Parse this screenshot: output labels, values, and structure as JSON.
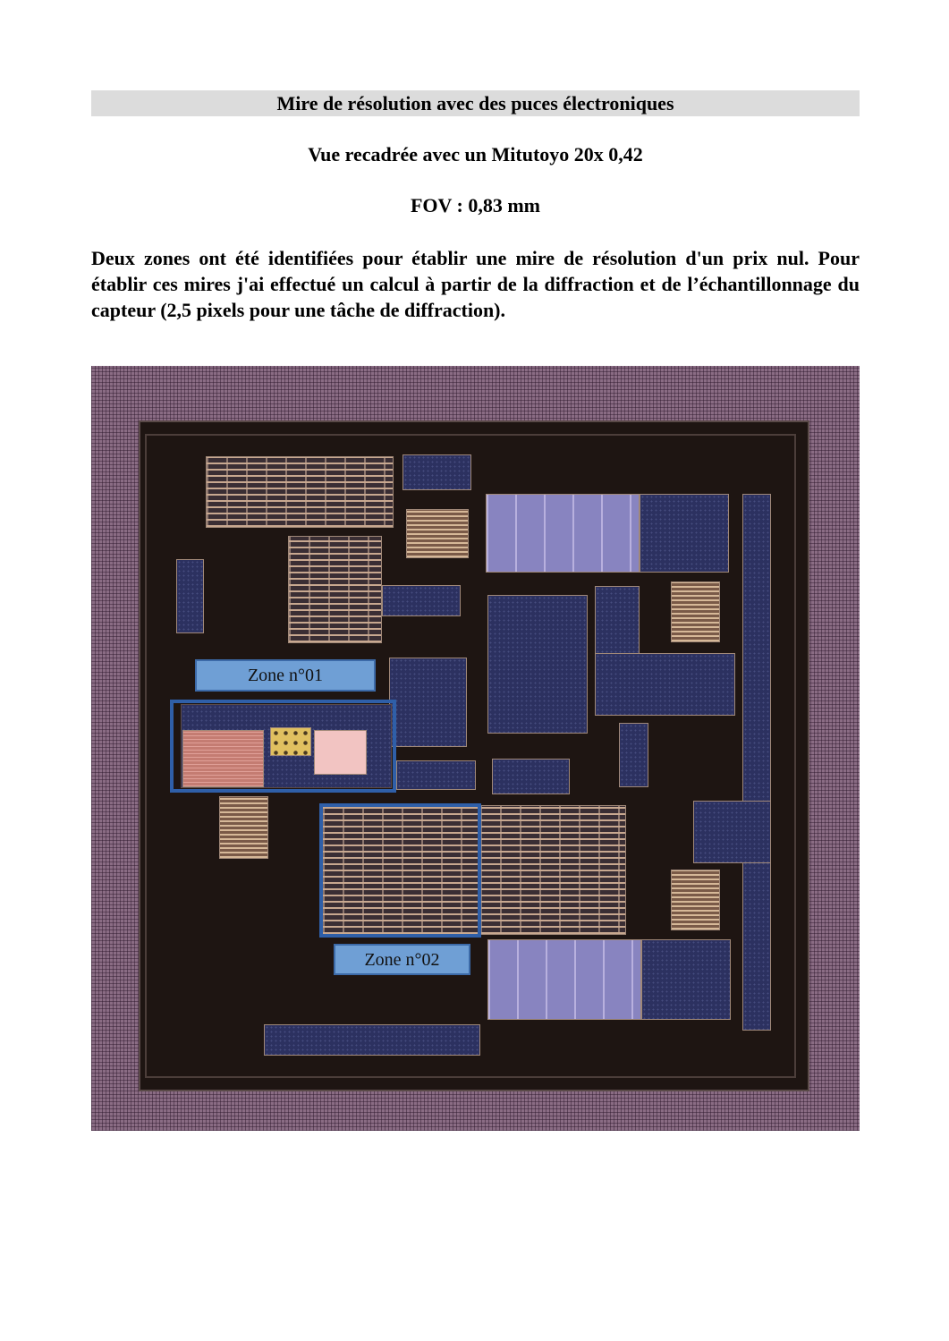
{
  "title": "Mire de résolution avec des puces électroniques",
  "subtitle": "Vue recadrée avec un Mitutoyo 20x 0,42",
  "fov": "FOV : 0,83 mm",
  "paragraph": "Deux zones ont été identifiées pour établir une mire de résolution d'un prix nul. Pour établir ces  mires j'ai effectué un calcul à partir de la diffraction et de l’échantillonnage du capteur (2,5 pixels pour une tâche de diffraction).",
  "figure": {
    "zone1_label": "Zone n°01",
    "zone2_label": "Zone n°02",
    "colors": {
      "zone_border": "#2f5fa8",
      "label_bg": "#6f9fd5"
    }
  }
}
